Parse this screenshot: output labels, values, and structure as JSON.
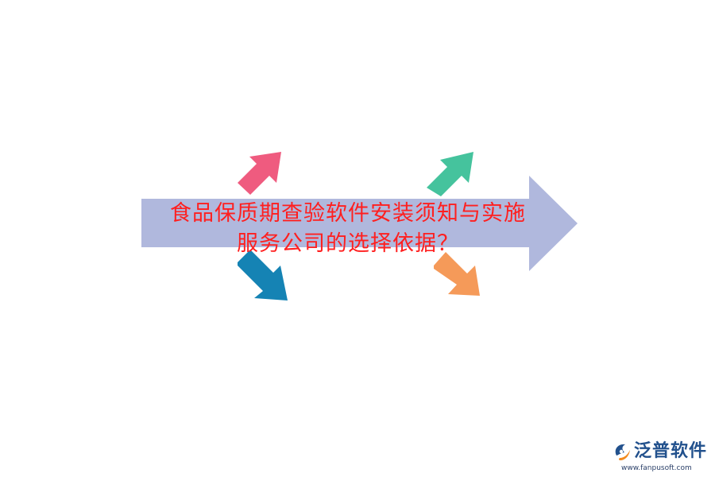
{
  "graphic": {
    "headline_line1": "食品保质期查验软件安装须知与实施",
    "headline_line2": "服务公司的选择依据？",
    "colors": {
      "main_arrow": "#b0b8dd",
      "pink_arrow": "#ef5b7f",
      "green_arrow": "#45c39d",
      "blue_arrow": "#1583b4",
      "orange_arrow": "#f59a59",
      "headline_text": "#ff1f1f"
    },
    "icons": [
      "large-right-arrow-icon",
      "pink-diagonal-arrow-icon",
      "green-diagonal-arrow-icon",
      "blue-diagonal-arrow-icon",
      "orange-diagonal-arrow-icon"
    ]
  },
  "branding": {
    "brand_name": "泛普软件",
    "website": "www.fanpusoft.com",
    "logo_icon": "fanpu-logo-icon",
    "colors": {
      "brand_blue": "#22518d",
      "brand_accent": "#f28a1f"
    }
  }
}
